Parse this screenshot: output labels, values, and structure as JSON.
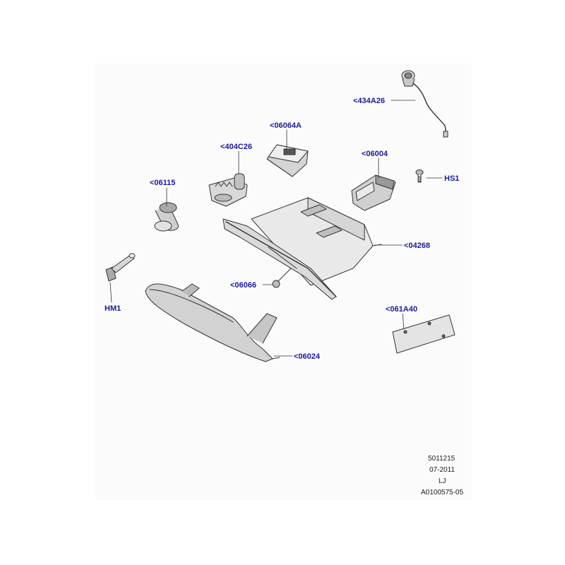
{
  "callouts": {
    "c434A26": "<434A26",
    "c06064A": "<06064A",
    "c404C26": "<404C26",
    "c06004": "<06004",
    "cHS1": "HS1",
    "c06115": "<06115",
    "c04268": "<04268",
    "c06066": "<06066",
    "cHM1": "HM1",
    "c061A40": "<061A40",
    "c06024": "<06024"
  },
  "meta": {
    "drawing_number": "5011215",
    "date": "07-2011",
    "initials": "LJ",
    "reference": "A0100575-05"
  },
  "colors": {
    "callout_text": "#1a1a9a",
    "line_art": "#333333"
  }
}
